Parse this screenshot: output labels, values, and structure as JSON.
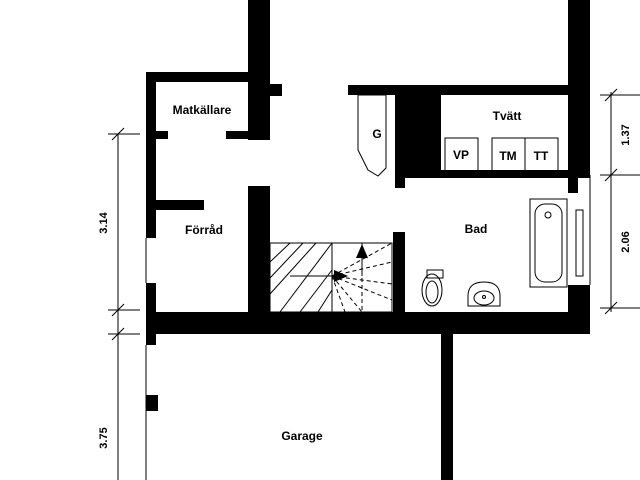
{
  "rooms": {
    "matkallare": "Matkällare",
    "forrad": "Förråd",
    "tvatt": "Tvätt",
    "bad": "Bad",
    "garage": "Garage"
  },
  "appliances": {
    "g": "G",
    "vp": "VP",
    "tm": "TM",
    "tt": "TT"
  },
  "dimensions": {
    "left_upper": "3.14",
    "left_lower": "3.75",
    "right_upper": "1.37",
    "right_lower": "2.06"
  }
}
